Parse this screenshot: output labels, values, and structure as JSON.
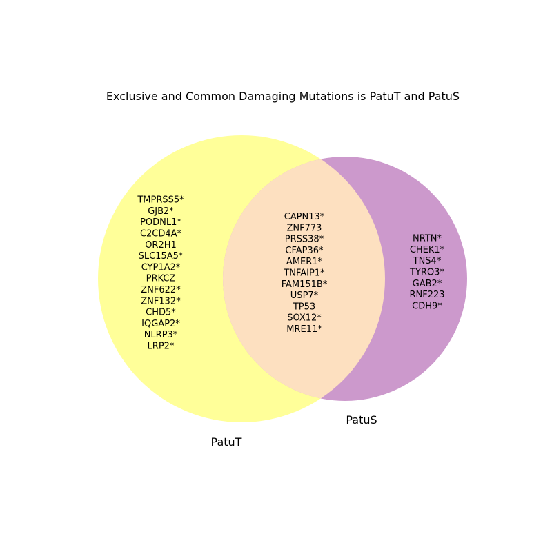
{
  "title": "Exclusive and Common Damaging Mutations is PatuT and PatuS",
  "colors": {
    "left_only": "#ffff99",
    "right_only": "#cc99cc",
    "overlap": "#fde0c0"
  },
  "sets": {
    "left": {
      "label": "PatuT",
      "exclusive": [
        "TMPRSS5*",
        "GJB2*",
        "PODNL1*",
        "C2CD4A*",
        "OR2H1",
        "SLC15A5*",
        "CYP1A2*",
        "PRKCZ",
        "ZNF622*",
        "ZNF132*",
        "CHD5*",
        "IQGAP2*",
        "NLRP3*",
        "LRP2*"
      ]
    },
    "right": {
      "label": "PatuS",
      "exclusive": [
        "NRTN*",
        "CHEK1*",
        "TNS4*",
        "TYRO3*",
        "GAB2*",
        "RNF223",
        "CDH9*"
      ]
    },
    "common": [
      "CAPN13*",
      "ZNF773",
      "PRSS38*",
      "CFAP36*",
      "AMER1*",
      "TNFAIP1*",
      "FAM151B*",
      "USP7*",
      "TP53",
      "SOX12*",
      "MRE11*"
    ]
  }
}
